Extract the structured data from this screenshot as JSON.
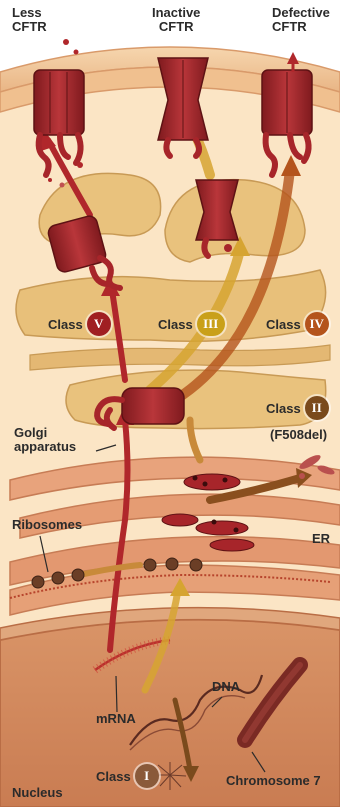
{
  "labels": {
    "less_cftr": [
      "Less",
      "CFTR"
    ],
    "inactive_cftr": [
      "Inactive",
      "CFTR"
    ],
    "defective_cftr": [
      "Defective",
      "CFTR"
    ],
    "golgi": [
      "Golgi",
      "apparatus"
    ],
    "ribosomes": "Ribosomes",
    "er": "ER",
    "dna": "DNA",
    "mrna": "mRNA",
    "nucleus": "Nucleus",
    "chromosome": "Chromosome 7",
    "f508del": "(F508del)"
  },
  "classes": [
    {
      "word": "Class",
      "numeral": "V",
      "color": "#a01f22"
    },
    {
      "word": "Class",
      "numeral": "III",
      "color": "#c9a019"
    },
    {
      "word": "Class",
      "numeral": "IV",
      "color": "#b4541c"
    },
    {
      "word": "Class",
      "numeral": "II",
      "color": "#7a4a1c"
    },
    {
      "word": "Class",
      "numeral": "I",
      "color": "#8a5a3a"
    }
  ],
  "colors": {
    "membrane": "#f2c79a",
    "cytoplasm": "#fbe7c9",
    "golgi": "#e8c581",
    "er": "#e7a27a",
    "nucleus": "#d08a61",
    "protein": "#a7252a",
    "arrow_red": "#b0272b",
    "arrow_gold": "#d6a431",
    "arrow_brown": "#8a4f1e"
  }
}
